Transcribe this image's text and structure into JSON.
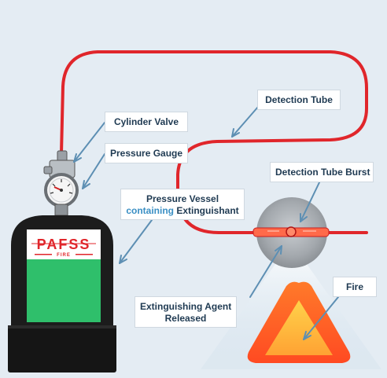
{
  "colors": {
    "background": "#e4ecf3",
    "detection_tube": "#e0262b",
    "cylinder_body": "#1c1c1c",
    "cylinder_panel": "#2fbf6b",
    "fire_outer": "#ff5a2a",
    "fire_inner": "#ffb13b",
    "callout_text": "#1f3a52",
    "pointer_line": "#5d8fb3"
  },
  "logo": {
    "brand": "PAFSS",
    "sub": "FIRE"
  },
  "labels": {
    "cylinder_valve": "Cylinder Valve",
    "pressure_gauge": "Pressure Gauge",
    "pressure_vessel_line1": "Pressure Vessel",
    "pressure_vessel_line2a": "containing",
    "pressure_vessel_line2b": "Extinguishant",
    "detection_tube": "Detection Tube",
    "detection_tube_burst": "Detection Tube Burst",
    "extinguishing_agent_line1": "Extinguishing Agent",
    "extinguishing_agent_line2": "Released",
    "fire": "Fire"
  }
}
